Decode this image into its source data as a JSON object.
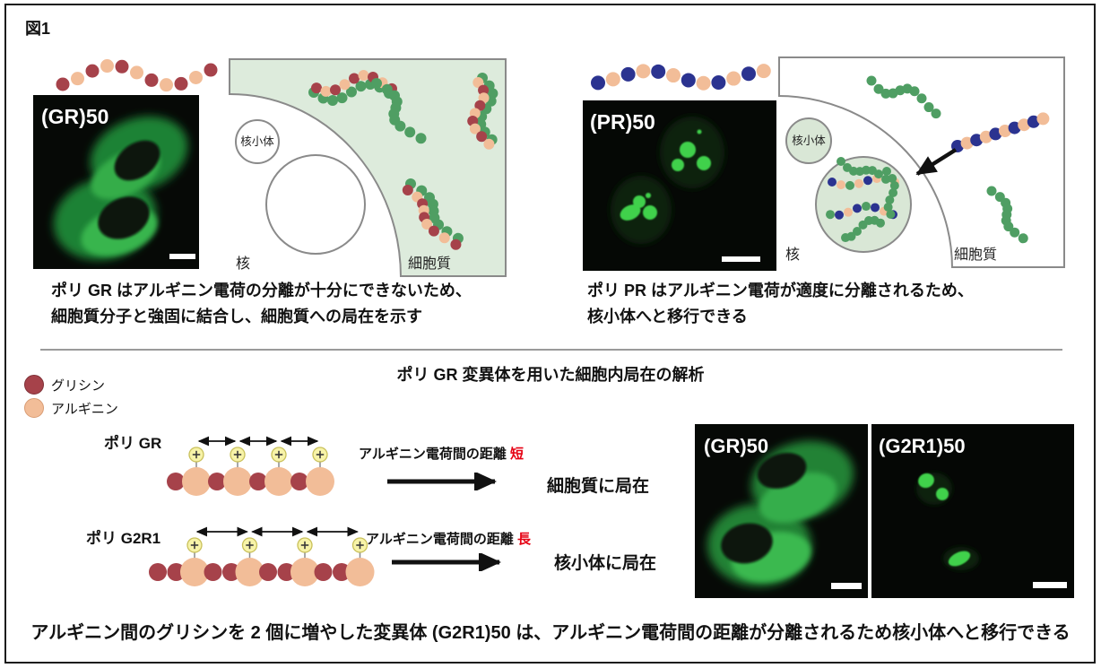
{
  "figure_label": "図1",
  "colors": {
    "glycine": "#a6424a",
    "arginine": "#f2bd98",
    "proline": "#2b3390",
    "chain_green": "#4f9e63",
    "diagram_bg_green": "#ddebdc",
    "nucleolus_green": "#d9e7d6",
    "outline_gray": "#8a8a8a",
    "charge_yellow": "#f7f3a8",
    "charge_yellow_border": "#c9c05a",
    "accent_red": "#e60012",
    "micrograph_green": "#3fd14c"
  },
  "top_left": {
    "micrograph_label": "(GR)50",
    "diagram": {
      "nucleolus": "核小体",
      "nucleus": "核",
      "cytoplasm": "細胞質"
    },
    "caption_line1": "ポリ GR はアルギニン電荷の分離が十分にできないため、",
    "caption_line2": "細胞質分子と強固に結合し、細胞質への局在を示す"
  },
  "top_right": {
    "micrograph_label": "(PR)50",
    "diagram": {
      "nucleolus": "核小体",
      "nucleus": "核",
      "cytoplasm": "細胞質"
    },
    "caption_line1": "ポリ PR はアルギニン電荷が適度に分離されるため、",
    "caption_line2": "核小体へと移行できる"
  },
  "bottom": {
    "legend": [
      {
        "label": "グリシン"
      },
      {
        "label": "アルギニン"
      }
    ],
    "section_title": "ポリ GR 変異体を用いた細胞内局在の解析",
    "rows": [
      {
        "name": "ポリ GR",
        "distance_text": "アルギニン電荷間の距離",
        "distance_value": "短",
        "result": "細胞質に局在"
      },
      {
        "name": "ポリ G2R1",
        "distance_text": "アルギニン電荷間の距離",
        "distance_value": "長",
        "result": "核小体に局在"
      }
    ],
    "micrographs": [
      {
        "label": "(GR)50"
      },
      {
        "label": "(G2R1)50"
      }
    ],
    "caption": "アルギニン間のグリシンを 2 個に増やした変異体 (G2R1)50 は、アルギニン電荷間の距離が分離されるため核小体へと移行できる"
  }
}
